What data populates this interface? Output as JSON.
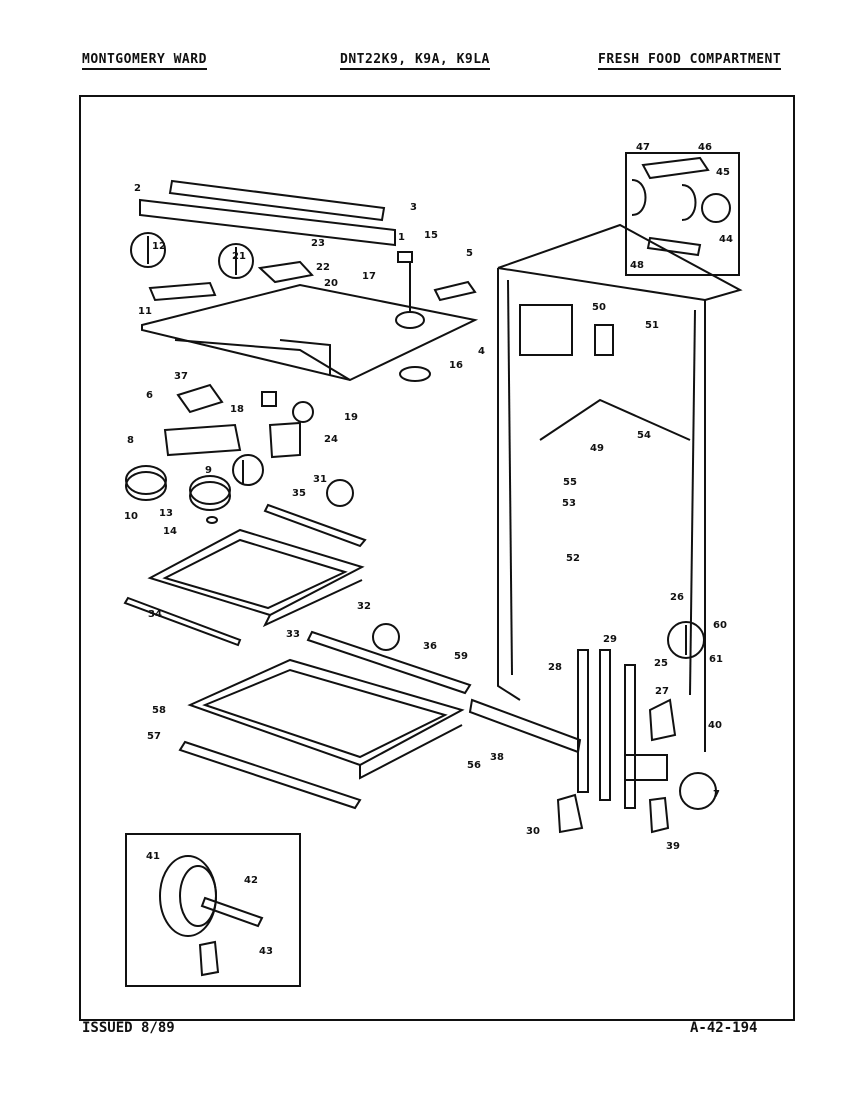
{
  "header": {
    "brand": "MONTGOMERY WARD",
    "models": "DNT22K9, K9A, K9LA",
    "section": "FRESH FOOD COMPARTMENT"
  },
  "footer": {
    "issued": "ISSUED 8/89",
    "code": "A-42-194"
  },
  "callouts": [
    "1",
    "2",
    "3",
    "4",
    "5",
    "6",
    "7",
    "8",
    "9",
    "10",
    "11",
    "12",
    "13",
    "14",
    "15",
    "16",
    "17",
    "18",
    "19",
    "20",
    "21",
    "22",
    "23",
    "24",
    "25",
    "26",
    "27",
    "28",
    "29",
    "30",
    "31",
    "32",
    "33",
    "34",
    "35",
    "36",
    "37",
    "38",
    "39",
    "40",
    "41",
    "42",
    "43",
    "44",
    "45",
    "46",
    "47",
    "48",
    "49",
    "50",
    "51",
    "52",
    "53",
    "54",
    "55",
    "56",
    "57",
    "58",
    "59",
    "60",
    "61"
  ]
}
